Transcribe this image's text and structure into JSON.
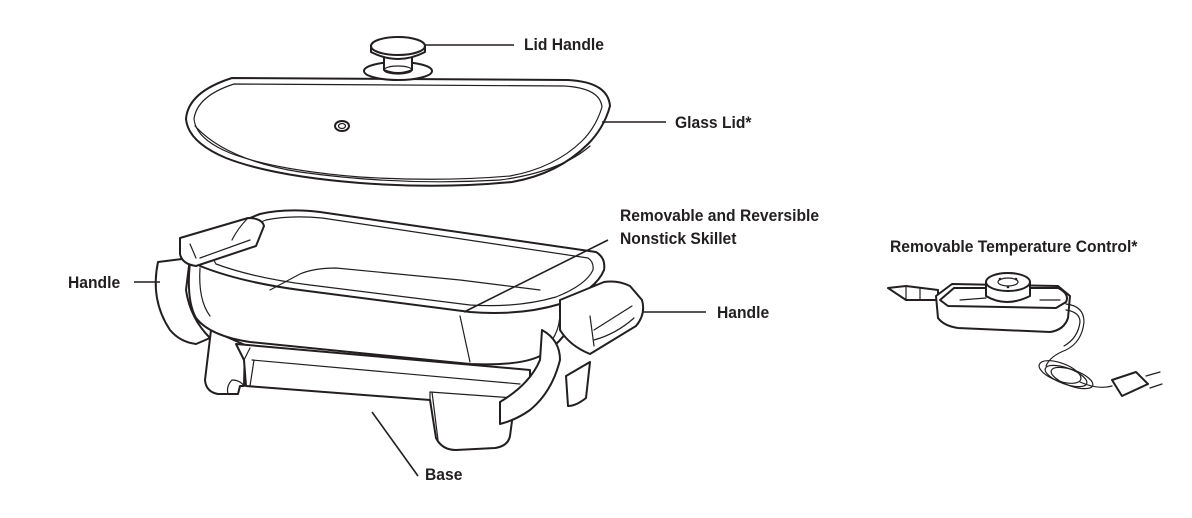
{
  "labels": {
    "lid_handle": "Lid Handle",
    "glass_lid": "Glass Lid*",
    "skillet_line1": "Removable and Reversible",
    "skillet_line2": "Nonstick Skillet",
    "handle_left": "Handle",
    "handle_right": "Handle",
    "base": "Base",
    "temperature_control": "Removable Temperature Control*"
  },
  "colors": {
    "ink": "#231f20",
    "background": "#ffffff"
  }
}
